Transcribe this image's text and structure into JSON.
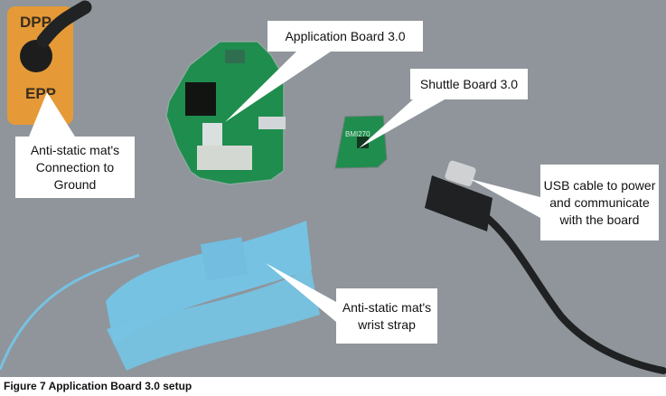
{
  "photo": {
    "background_color": "#8f959b",
    "orange_pad_color": "#e59a37",
    "cable_color": "#1f2122",
    "board_color": "#1f8d4e",
    "strap_color": "#76c2e2",
    "pad_text_line_1": "DPP",
    "pad_text_line_2": "EPP",
    "chip_label": "BMI270"
  },
  "callouts": {
    "application_board": "Application Board 3.0",
    "shuttle_board": "Shuttle Board 3.0",
    "anti_static_ground": "Anti-static mat's Connection to Ground",
    "usb_cable": "USB cable to power and communicate with the board",
    "wrist_strap": "Anti-static mat's wrist strap"
  },
  "caption": "Figure 7 Application Board 3.0 setup"
}
